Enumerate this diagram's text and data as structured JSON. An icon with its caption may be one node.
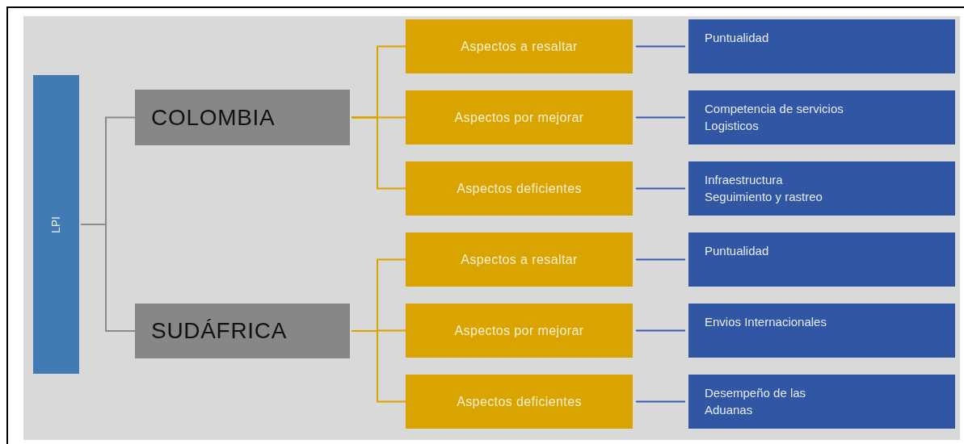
{
  "diagram": {
    "nodes": [
      {
        "text": [
          "LPI"
        ]
      },
      {
        "text": [
          "COLOMBIA"
        ]
      },
      {
        "text": [
          "SUDÁFRICA"
        ]
      },
      {
        "text": [
          "Aspectos a resaltar"
        ]
      },
      {
        "text": [
          "Aspectos por mejorar"
        ]
      },
      {
        "text": [
          "Aspectos deficientes"
        ]
      },
      {
        "text": [
          "Aspectos a resaltar"
        ]
      },
      {
        "text": [
          "Aspectos por mejorar"
        ]
      },
      {
        "text": [
          "Aspectos deficientes"
        ]
      },
      {
        "text": [
          "Puntualidad"
        ]
      },
      {
        "text": [
          "Competencia de servicios Logisticos"
        ]
      },
      {
        "text": [
          "Infraestructura",
          "Seguimiento y rastreo"
        ]
      },
      {
        "text": [
          "Puntualidad"
        ]
      },
      {
        "text": [
          "Envios Internacionales"
        ]
      },
      {
        "text": [
          "Desempeño de las Aduanas"
        ]
      }
    ],
    "edges": [
      {
        "from": 0,
        "to": 1,
        "arrow": "none",
        "color": "#8a8a8a"
      },
      {
        "from": 0,
        "to": 2,
        "arrow": "none",
        "color": "#8a8a8a"
      },
      {
        "from": 1,
        "to": 3,
        "arrow": "none",
        "color": "#d9a300"
      },
      {
        "from": 1,
        "to": 4,
        "arrow": "none",
        "color": "#d9a300"
      },
      {
        "from": 1,
        "to": 5,
        "arrow": "none",
        "color": "#d9a300"
      },
      {
        "from": 2,
        "to": 6,
        "arrow": "none",
        "color": "#d9a300"
      },
      {
        "from": 2,
        "to": 7,
        "arrow": "none",
        "color": "#d9a300"
      },
      {
        "from": 2,
        "to": 8,
        "arrow": "none",
        "color": "#d9a300"
      },
      {
        "from": 3,
        "to": 9,
        "arrow": "none",
        "color": "#3a5fb0"
      },
      {
        "from": 4,
        "to": 10,
        "arrow": "none",
        "color": "#3a5fb0"
      },
      {
        "from": 5,
        "to": 11,
        "arrow": "none",
        "color": "#3a5fb0"
      },
      {
        "from": 6,
        "to": 12,
        "arrow": "none",
        "color": "#3a5fb0"
      },
      {
        "from": 7,
        "to": 13,
        "arrow": "none",
        "color": "#3a5fb0"
      },
      {
        "from": 8,
        "to": 14,
        "arrow": "none",
        "color": "#3a5fb0"
      }
    ]
  }
}
